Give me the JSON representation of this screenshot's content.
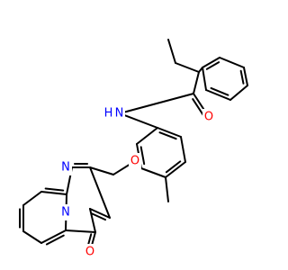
{
  "diagram": {
    "type": "chemical-structure",
    "colors": {
      "bond": "#000000",
      "O": "#ff0000",
      "N": "#0000ff"
    },
    "atom_labels": {
      "n_amide": "N",
      "h_amide": "H",
      "o_carbonyl": "O",
      "o_ether": "O",
      "n_pyrimidine": "N",
      "n_bridgehead": "N",
      "o_ketone": "O"
    }
  }
}
